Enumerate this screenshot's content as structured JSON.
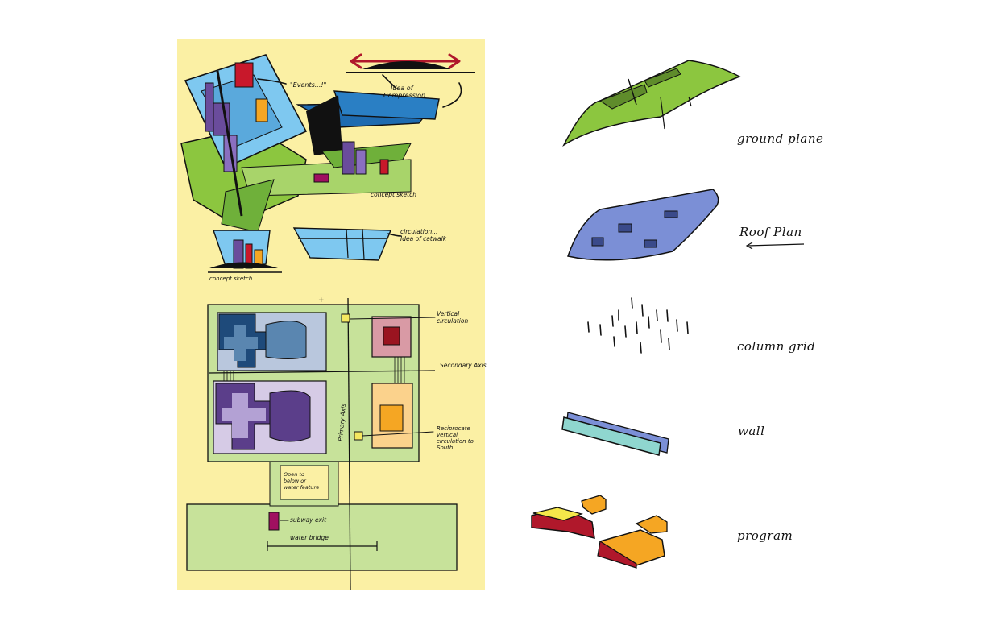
{
  "board": {
    "sketch_top_labels": {
      "events": "\"Events...!\"",
      "compression": "Idea of Compression",
      "concept1": "concept sketch",
      "circulation": "circulation... idea of catwalk",
      "concept2": "concept sketch"
    },
    "plan_labels": {
      "vertical_circulation": "Vertical circulation",
      "secondary_axis": "Secondary Axis",
      "primary_axis": "Primary Axis",
      "reciprocate": "Reciprocate vertical circulation to south",
      "open_to": "Open to below or water feature",
      "subway_exit": "subway exit",
      "water_bridge": "water bridge"
    }
  },
  "layers": [
    {
      "label": "ground plane",
      "color": "#8cc63f"
    },
    {
      "label": "Roof Plan",
      "color": "#7b8fd6"
    },
    {
      "label": "column grid",
      "color": "#111111"
    },
    {
      "label": "wall",
      "color": "#8fd6cf"
    },
    {
      "label": "program",
      "color": "#c8182b"
    }
  ],
  "colors": {
    "board_bg": "#fbf0a4",
    "plan_green": "#c7e29a",
    "blue": "#1e6bb0",
    "purple": "#6a4c9c",
    "red": "#b0182b",
    "orange": "#f5a623"
  }
}
